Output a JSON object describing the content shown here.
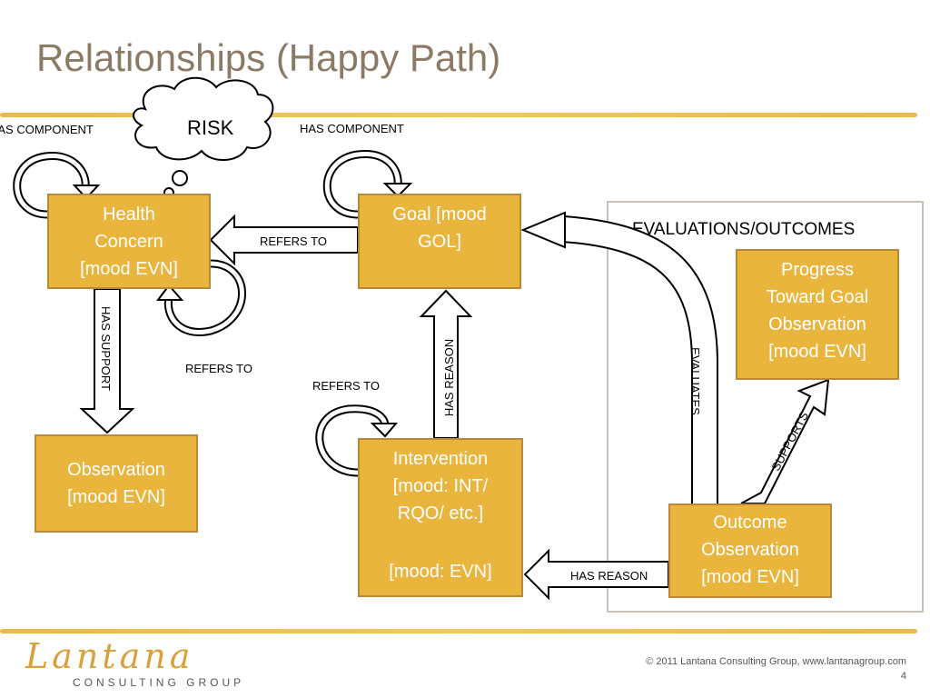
{
  "slide": {
    "title": "Relationships (Happy Path)",
    "risk_label": "RISK",
    "panel_label": "EVALUATIONS/OUTCOMES",
    "footer_copyright": "© 2011 Lantana Consulting Group, www.lantanagroup.com",
    "page_number": "4",
    "logo_text": "Lantana",
    "logo_subtext": "CONSULTING GROUP"
  },
  "boxes": {
    "health_concern": [
      "Health",
      "Concern",
      "[mood EVN]"
    ],
    "goal": [
      "Goal [mood",
      "GOL]"
    ],
    "observation": [
      "Observation",
      "[mood EVN]"
    ],
    "intervention": [
      "Intervention",
      "[mood: INT/",
      "RQO/ etc.]"
    ],
    "intervention_evn": "[mood: EVN]",
    "progress": [
      "Progress",
      "Toward Goal",
      "Observation",
      "[mood EVN]"
    ],
    "outcome": [
      "Outcome",
      "Observation",
      "[mood EVN]"
    ]
  },
  "labels": {
    "has_component_left": "HAS COMPONENT",
    "has_component_right": "HAS COMPONENT",
    "refers_to_top": "REFERS TO",
    "refers_to_mid": "REFERS TO",
    "refers_to_intervention": "REFERS TO",
    "has_support": "HAS SUPPORT",
    "has_reason_vertical": "HAS REASON",
    "evaluates": "EVALUATES",
    "supports": "SUPPORTS",
    "has_reason_bottom": "HAS REASON"
  },
  "colors": {
    "box_fill": "#e9b53d",
    "box_border": "#b8893a",
    "title": "#8a7a66",
    "rule": "#e6b13a"
  }
}
